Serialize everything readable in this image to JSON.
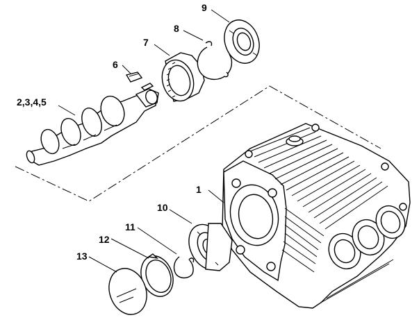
{
  "labels": {
    "housing": "1",
    "camshaft": "2,3,4,5",
    "key": "6",
    "roller_bearing": "7",
    "circlip_top": "8",
    "seal_top": "9",
    "ball_bearing": "10",
    "circlip_small": "11",
    "circlip_large": "12",
    "end_cap": "13"
  }
}
